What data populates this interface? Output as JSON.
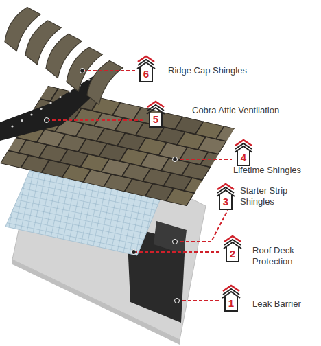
{
  "diagram": {
    "nodes": [
      {
        "text": [
          "6",
          "Ridge Cap Shingles"
        ]
      },
      {
        "text": [
          "5",
          "Cobra Attic Ventilation"
        ]
      },
      {
        "text": [
          "4",
          "Lifetime Shingles"
        ]
      },
      {
        "text": [
          "3",
          "Starter Strip Shingles"
        ]
      },
      {
        "text": [
          "2",
          "Roof Deck Protection"
        ]
      },
      {
        "text": [
          "1",
          "Leak Barrier"
        ]
      }
    ]
  }
}
